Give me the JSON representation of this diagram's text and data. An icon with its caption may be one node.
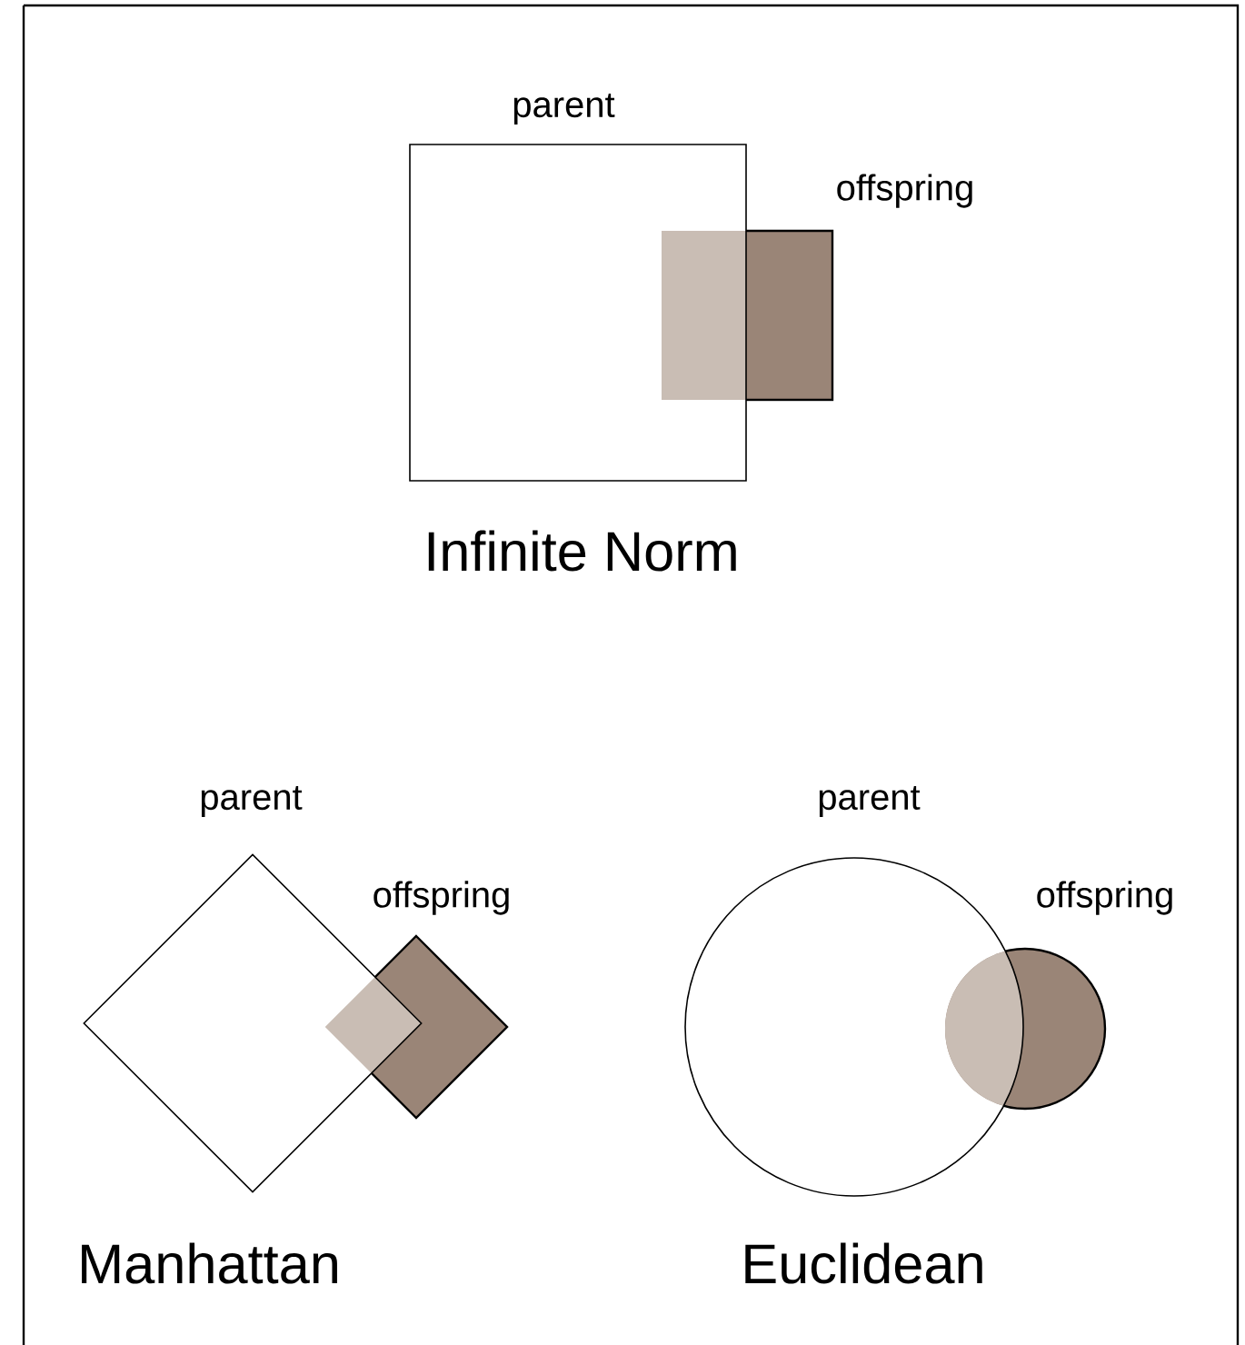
{
  "diagram": {
    "nodes": [
      {
        "text": [
          "parent"
        ]
      },
      {
        "text": [
          "offspring"
        ]
      },
      {
        "text": [
          "parent"
        ]
      },
      {
        "text": [
          "offspring"
        ]
      },
      {
        "text": [
          "parent"
        ]
      },
      {
        "text": [
          "offspring"
        ]
      }
    ],
    "labels": [
      "Infinite Norm",
      "Manhattan",
      "Euclidean"
    ]
  }
}
